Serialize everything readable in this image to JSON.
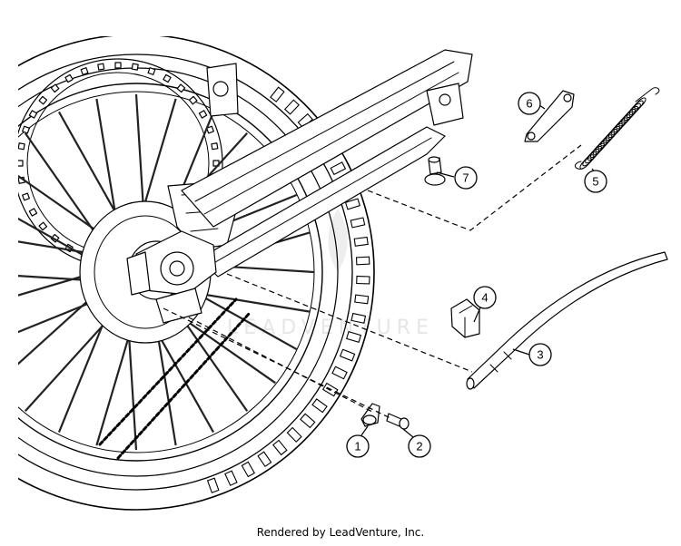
{
  "footer": {
    "credit": "Rendered by LeadVenture, Inc."
  },
  "watermark": {
    "text": "LEADVENTURE"
  },
  "callouts": [
    {
      "label": "1"
    },
    {
      "label": "2"
    },
    {
      "label": "3"
    },
    {
      "label": "4"
    },
    {
      "label": "5"
    },
    {
      "label": "6"
    },
    {
      "label": "7"
    }
  ],
  "colors": {
    "line": "#000000",
    "watermark": "#e6e6e6",
    "background": "#ffffff"
  }
}
